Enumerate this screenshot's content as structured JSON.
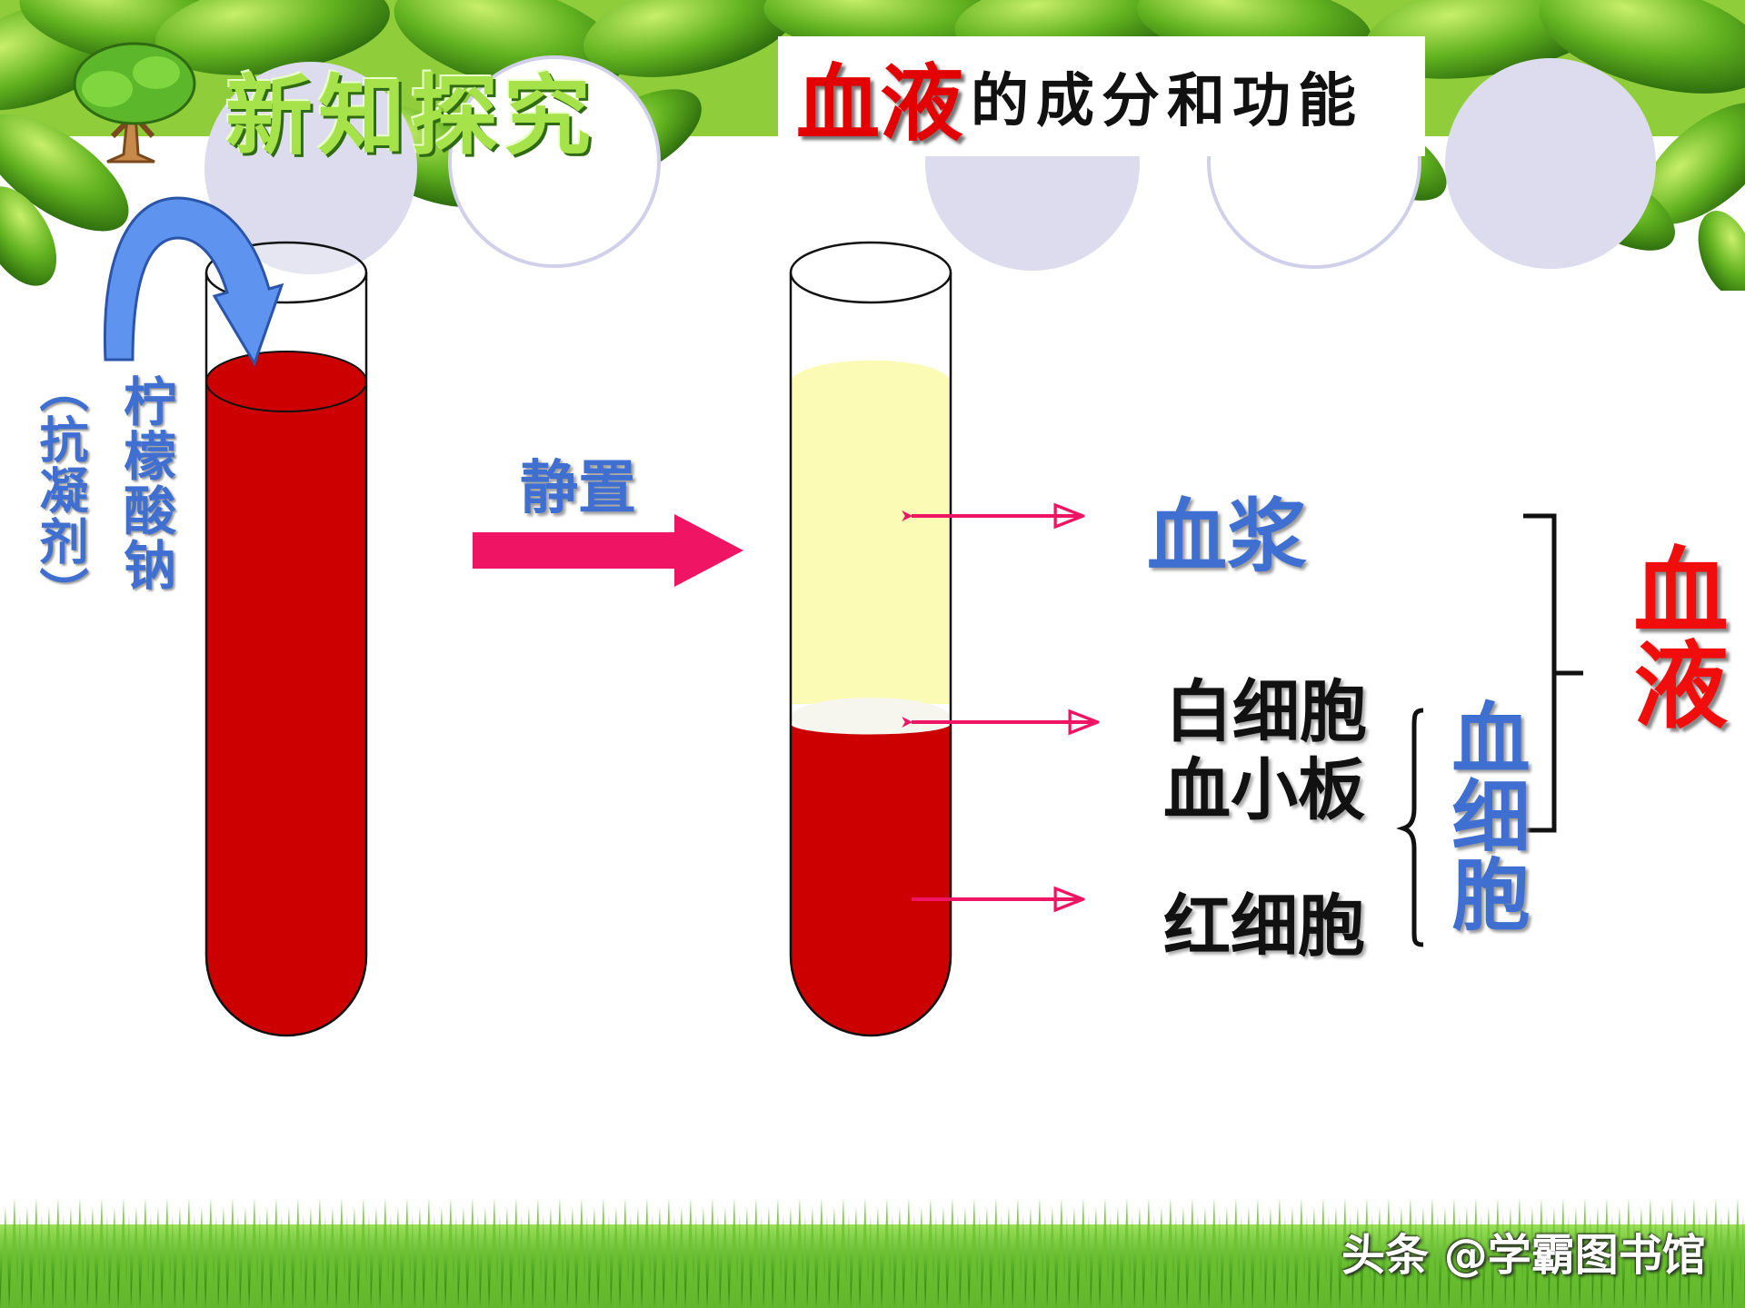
{
  "header": {
    "badge_text": "新知探究",
    "title_accent": "血液",
    "title_rest": "的成分和功能"
  },
  "left_tube": {
    "reagent": "柠檬酸钠",
    "reagent_note": "（抗凝剂）"
  },
  "process": {
    "step_label": "静置"
  },
  "layers": {
    "plasma": "血浆",
    "white_cells": "白细胞",
    "platelets": "血小板",
    "red_cells": "红细胞"
  },
  "groups": {
    "blood_cells": "血细胞",
    "blood": "血液"
  },
  "watermark": "头条 @学霸图书馆",
  "colors": {
    "blood": "#cc0000",
    "plasma": "#fbfbb5",
    "arrow_pink": "#f01464",
    "reagent_arrow": "#5e93f0",
    "label_blue": "#3f6fd1",
    "label_red": "#f20d0d",
    "circle_lavender": "#dcdcee"
  },
  "icons": {
    "tree": "tree-icon",
    "reagent_arrow": "curved-arrow-icon",
    "process_arrow": "right-arrow-icon"
  }
}
